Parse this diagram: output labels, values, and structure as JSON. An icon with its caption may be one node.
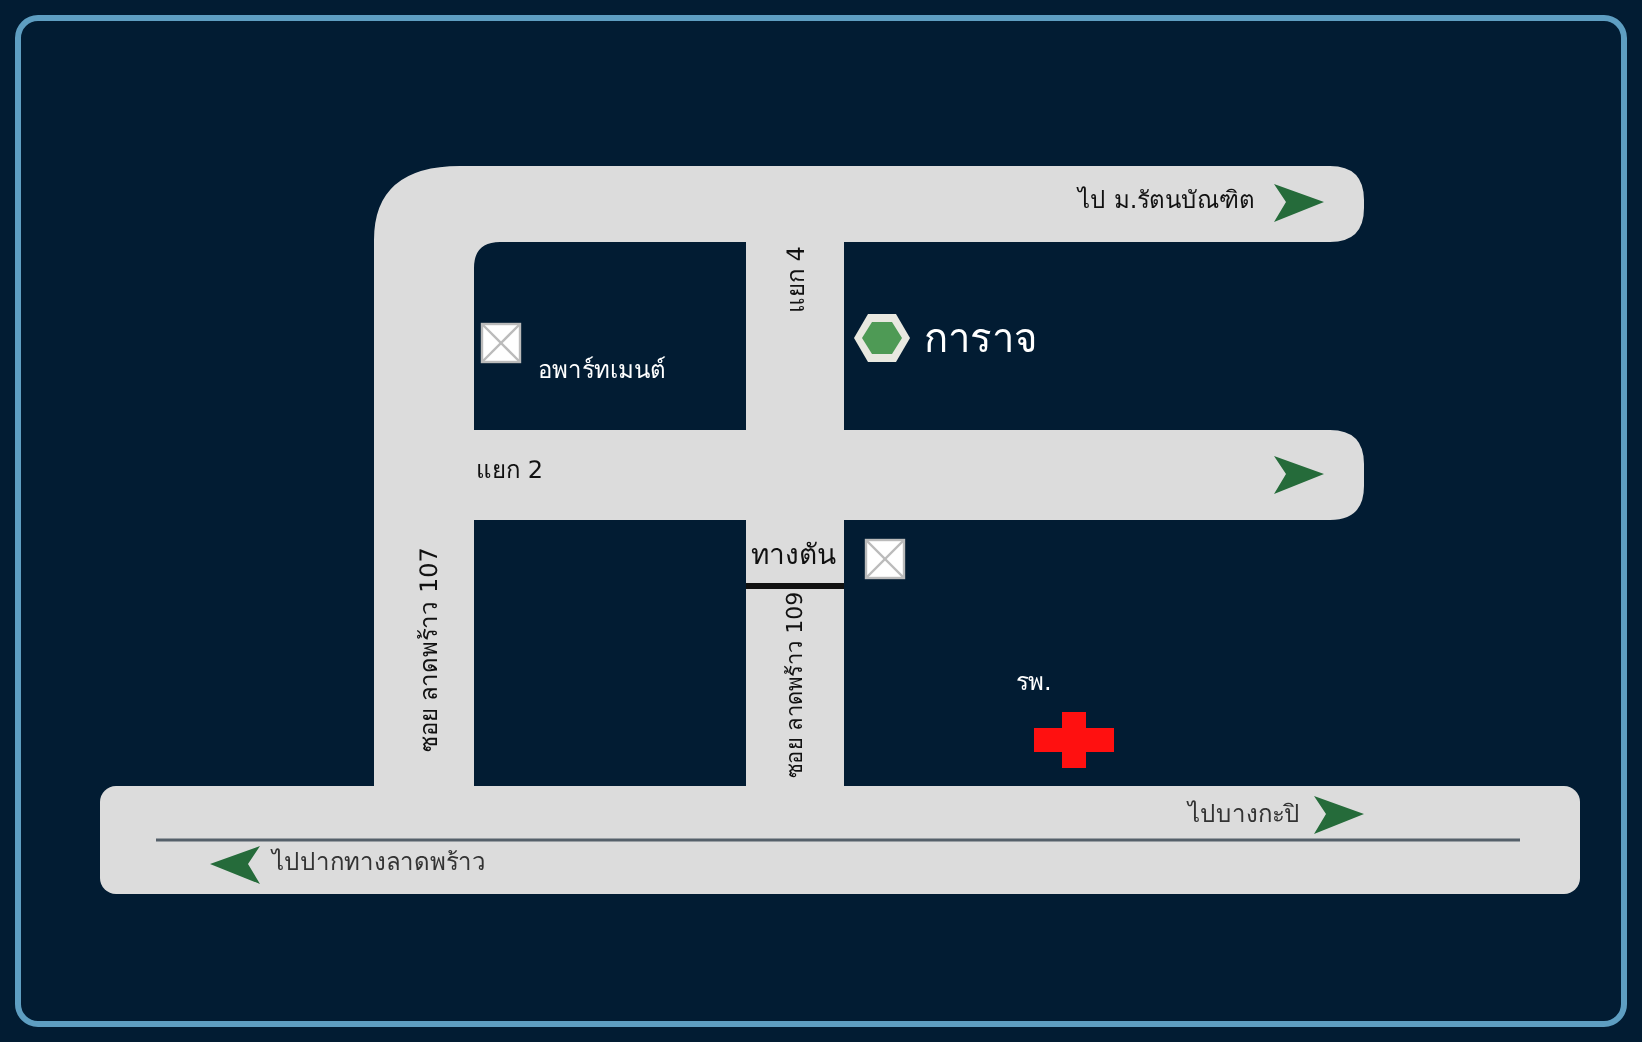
{
  "diagram": {
    "labels": [
      "ไป ม.รัตนบัณฑิต",
      "แยก 4",
      "การาจ",
      "อพาร์ทเมนต์",
      "แยก 2",
      "ทางตัน",
      "ซอย ลาดพร้าว 107",
      "ซอย ลาดพร้าว 109",
      "รพ.",
      "ไปบางกะปิ",
      "ไปปากทางลาดพร้าว"
    ]
  }
}
